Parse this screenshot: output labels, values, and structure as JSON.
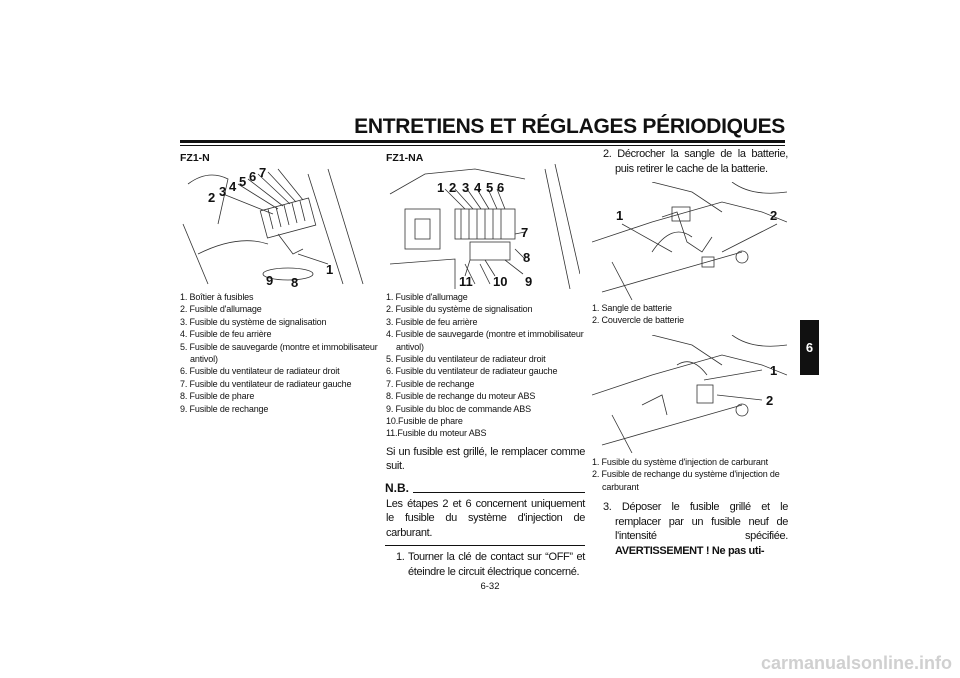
{
  "header": {
    "title": "ENTRETIENS ET RÉGLAGES PÉRIODIQUES"
  },
  "chapter_tab": "6",
  "col1": {
    "model": "FZ1-N",
    "callouts": [
      "2",
      "3",
      "4",
      "5",
      "6",
      "7",
      "9",
      "8",
      "1"
    ],
    "legend": [
      "1. Boîtier à fusibles",
      "2. Fusible d'allumage",
      "3. Fusible du système de signalisation",
      "4. Fusible de feu arrière",
      "5. Fusible de sauvegarde (montre et immobilisateur antivol)",
      "6. Fusible du ventilateur de radiateur droit",
      "7. Fusible du ventilateur de radiateur gauche",
      "8. Fusible de phare",
      "9. Fusible de rechange"
    ]
  },
  "col2": {
    "model": "FZ1-NA",
    "callouts": [
      "1",
      "2",
      "3",
      "4",
      "5",
      "6",
      "7",
      "8",
      "9",
      "10",
      "11"
    ],
    "legend": [
      "1. Fusible d'allumage",
      "2. Fusible du système de signalisation",
      "3. Fusible de feu arrière",
      "4. Fusible de sauvegarde (montre et immobilisateur antivol)",
      "5. Fusible du ventilateur de radiateur droit",
      "6. Fusible du ventilateur de radiateur gauche",
      "7. Fusible de rechange",
      "8. Fusible de rechange du moteur ABS",
      "9. Fusible du bloc de commande ABS",
      "10.Fusible de phare",
      "11.Fusible du moteur ABS"
    ],
    "paragraph": "Si un fusible est grillé, le remplacer comme suit.",
    "nb_label": "N.B.",
    "nb_text": "Les étapes 2 et 6 concernent uniquement le fusible du système d'injection de carburant.",
    "step1": "1. Tourner la clé de contact sur “OFF” et éteindre le circuit électrique concerné."
  },
  "col3": {
    "step2": "2. Décrocher la sangle de la batterie, puis retirer le cache de la batterie.",
    "fig1_callouts": [
      "1",
      "2"
    ],
    "fig1_legend": [
      "1. Sangle de batterie",
      "2. Couvercle de batterie"
    ],
    "fig2_callouts": [
      "1",
      "2"
    ],
    "fig2_legend": [
      "1. Fusible du système d'injection de carburant",
      "2. Fusible de rechange du système d'injection de carburant"
    ],
    "step3_text": "3. Déposer le fusible grillé et le remplacer par un fusible neuf de l'intensité spécifiée. ",
    "step3_bold": "AVERTISSEMENT ! Ne pas uti-"
  },
  "footer": {
    "page_number": "6-32"
  },
  "watermark": "carmanualsonline.info"
}
